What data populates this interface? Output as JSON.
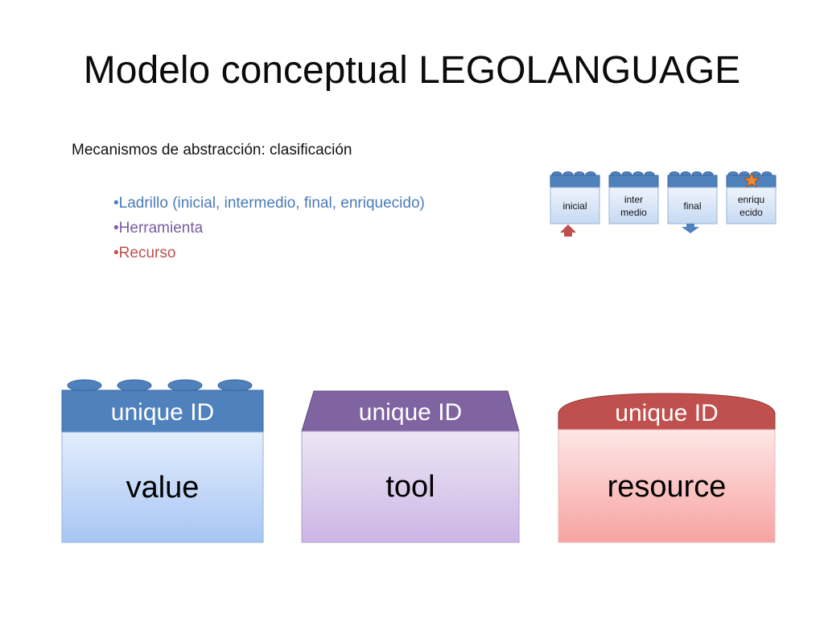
{
  "slide": {
    "title": "Modelo conceptual LEGOLANGUAGE",
    "subtitle": "Mecanismos de abstracción: clasificación",
    "bullets": [
      "•Ladrillo (inicial, intermedio, final, enriquecido)",
      "•Herramienta",
      "•Recurso"
    ]
  },
  "legend": {
    "bricks": [
      {
        "label_l1": "inicial",
        "label_l2": "",
        "marker": "up-arrow-icon"
      },
      {
        "label_l1": "inter",
        "label_l2": "medio",
        "marker": ""
      },
      {
        "label_l1": "final",
        "label_l2": "",
        "marker": "down-arrow-icon"
      },
      {
        "label_l1": "enriqu",
        "label_l2": "ecido",
        "marker": "star-icon"
      }
    ]
  },
  "blocks": [
    {
      "header": "unique ID",
      "body": "value",
      "color": "#4f81bd"
    },
    {
      "header": "unique ID",
      "body": "tool",
      "color": "#8064a2"
    },
    {
      "header": "unique ID",
      "body": "resource",
      "color": "#c0504d"
    }
  ],
  "colors": {
    "blue": "#4f81bd",
    "purple": "#8064a2",
    "red": "#c0504d"
  }
}
